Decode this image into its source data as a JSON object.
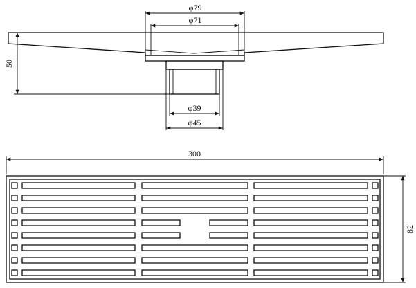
{
  "side_view": {
    "outer_top_diameter": "φ79",
    "inner_top_diameter": "φ71",
    "height": "50",
    "outlet_inner_diameter": "φ39",
    "outlet_outer_diameter": "φ45"
  },
  "top_view": {
    "length": "300",
    "width": "82"
  }
}
